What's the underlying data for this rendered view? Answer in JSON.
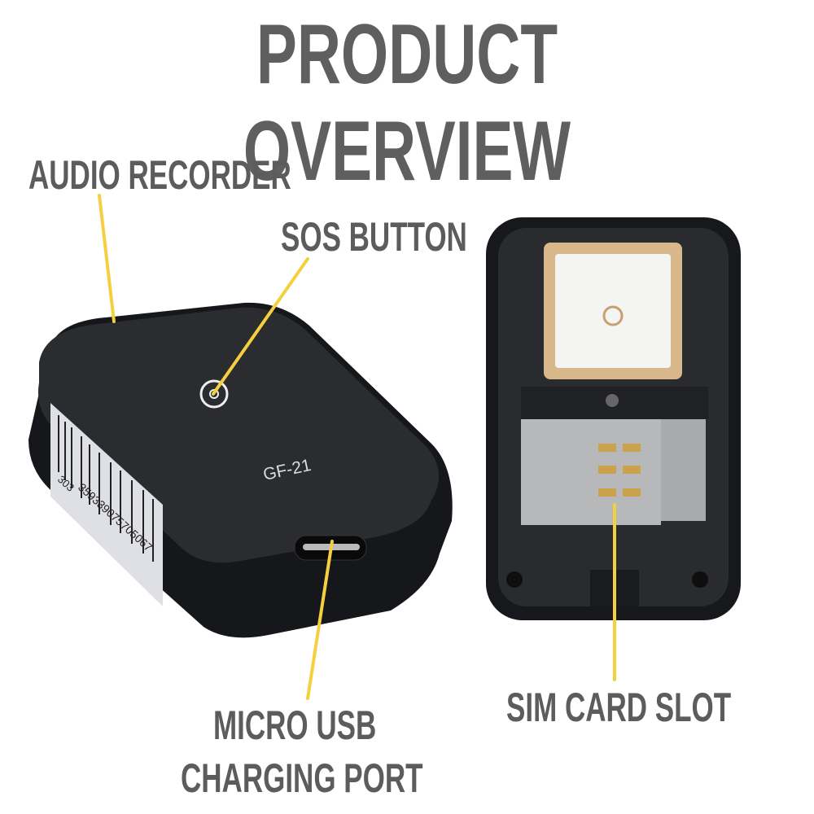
{
  "title": "PRODUCT OVERVIEW",
  "labels": {
    "audio_recorder": "AUDIO RECORDER",
    "sos_button": "SOS BUTTON",
    "micro_usb_line1": "MICRO USB",
    "micro_usb_line2": "CHARGING PORT",
    "sim_card_slot": "SIM CARD SLOT"
  },
  "device": {
    "model": "GF-21",
    "barcode_prefix": "303",
    "barcode_number": "359339075705067"
  },
  "colors": {
    "title": "#5f5f5f",
    "callout_line": "#f4d03f",
    "device_body": "#1e1f22"
  }
}
